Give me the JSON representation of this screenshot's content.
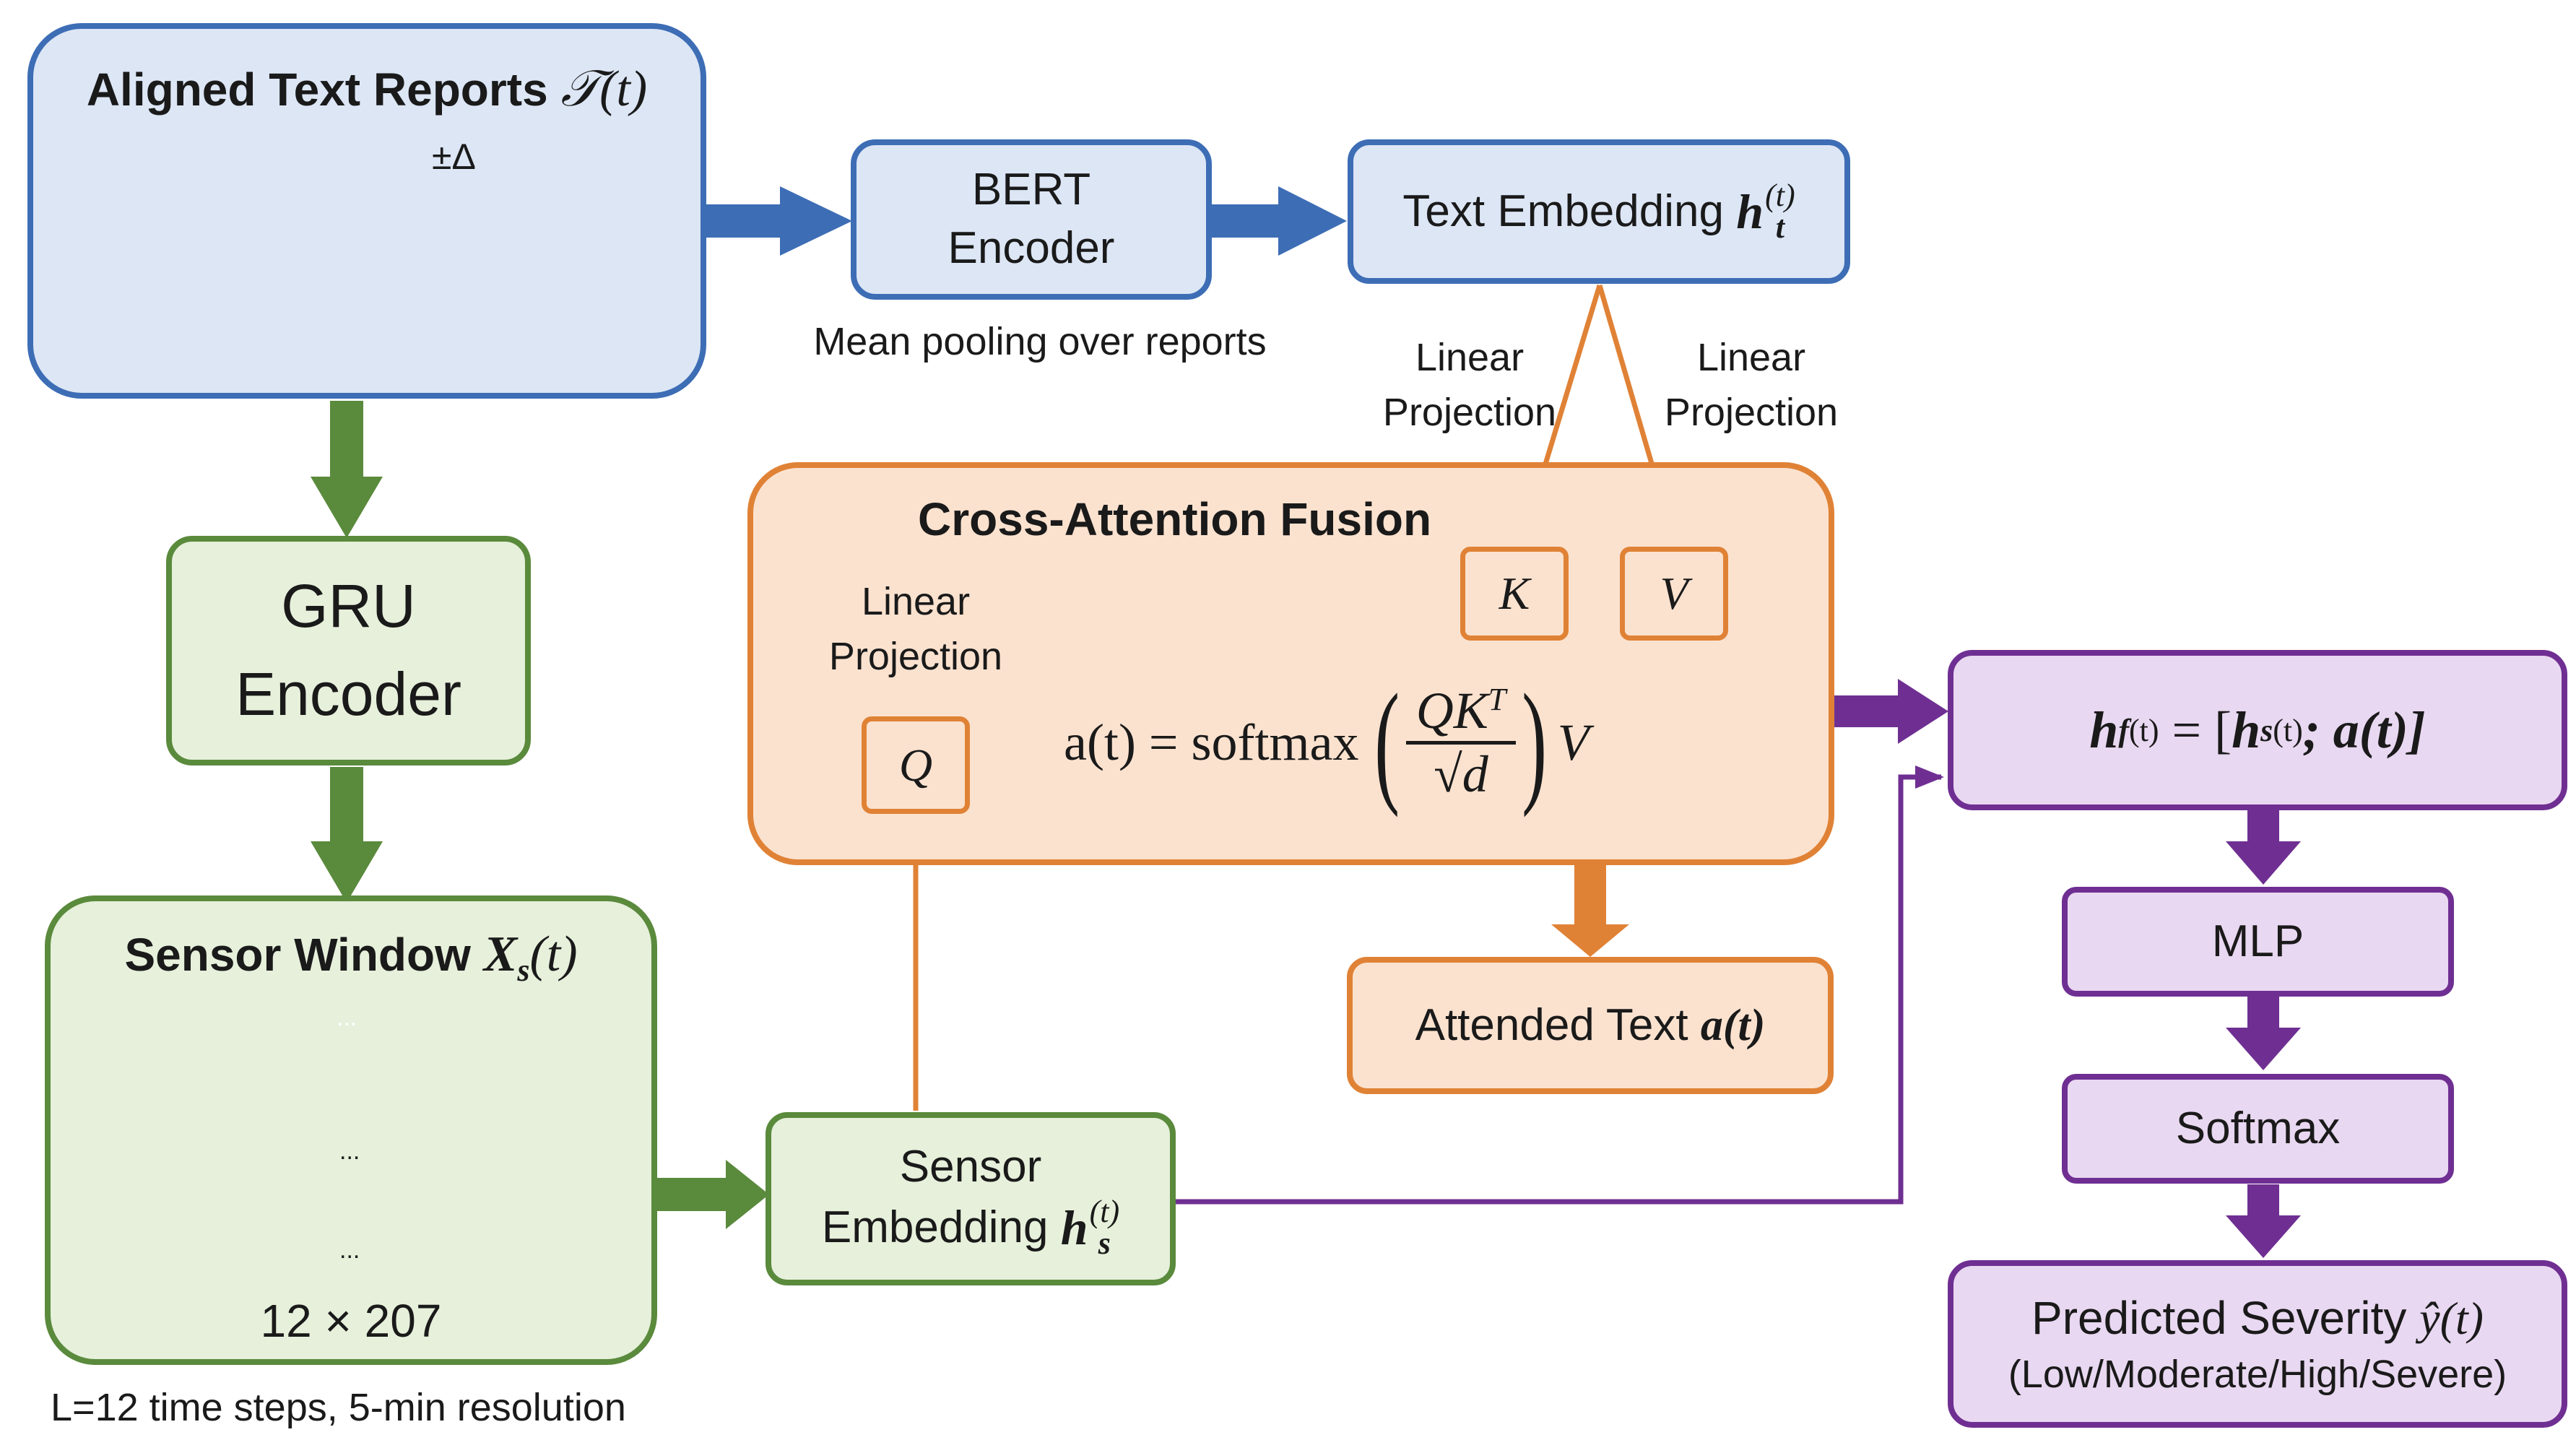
{
  "text_reports": {
    "title": "Aligned Text Reports",
    "symbol": "𝒯(t)",
    "delta": "±Δ"
  },
  "bert": {
    "line1": "BERT",
    "line2": "Encoder",
    "caption": "Mean pooling over reports"
  },
  "text_embedding": {
    "label": "Text Embedding",
    "symbol": "h",
    "sub": "t",
    "sup": "(t)"
  },
  "projections": {
    "k": "Linear\nProjection",
    "v": "Linear\nProjection",
    "q": "Linear\nProjection"
  },
  "gru": {
    "line1": "GRU",
    "line2": "Encoder"
  },
  "fusion": {
    "title": "Cross-Attention Fusion",
    "k": "K",
    "v": "V",
    "q": "Q",
    "formula_lhs": "a(t) = softmax",
    "formula_num": "QK",
    "formula_num_sup": "T",
    "formula_den": "√d",
    "formula_v": "V"
  },
  "attended": {
    "label": "Attended Text",
    "symbol": "a(t)"
  },
  "sensor_window": {
    "title": "Sensor Window",
    "symbol": "X",
    "sub": "s",
    "arg": "(t)",
    "dims": "12 × 207",
    "ellipsis": "..."
  },
  "sensor_embedding": {
    "line1": "Sensor",
    "line2": "Embedding",
    "symbol": "h",
    "sub": "s",
    "sup": "(t)"
  },
  "footnote": "L=12 time steps, 5-min resolution",
  "concat": {
    "lhs": "h",
    "lhs_sub": "f",
    "sup": "(t)",
    "eq": " = [",
    "mid": "h",
    "mid_sub": "s",
    "mid_sup": "(t)",
    "tail": "; a(t)]"
  },
  "mlp": {
    "label": "MLP"
  },
  "softmax": {
    "label": "Softmax"
  },
  "prediction": {
    "label": "Predicted Severity",
    "symbol": "ŷ(t)",
    "classes": "(Low/Moderate/High/Severe)"
  },
  "colors": {
    "blue": "#3d6db5",
    "green": "#5a8a3c",
    "orange": "#e08236",
    "purple": "#6f2f92"
  }
}
